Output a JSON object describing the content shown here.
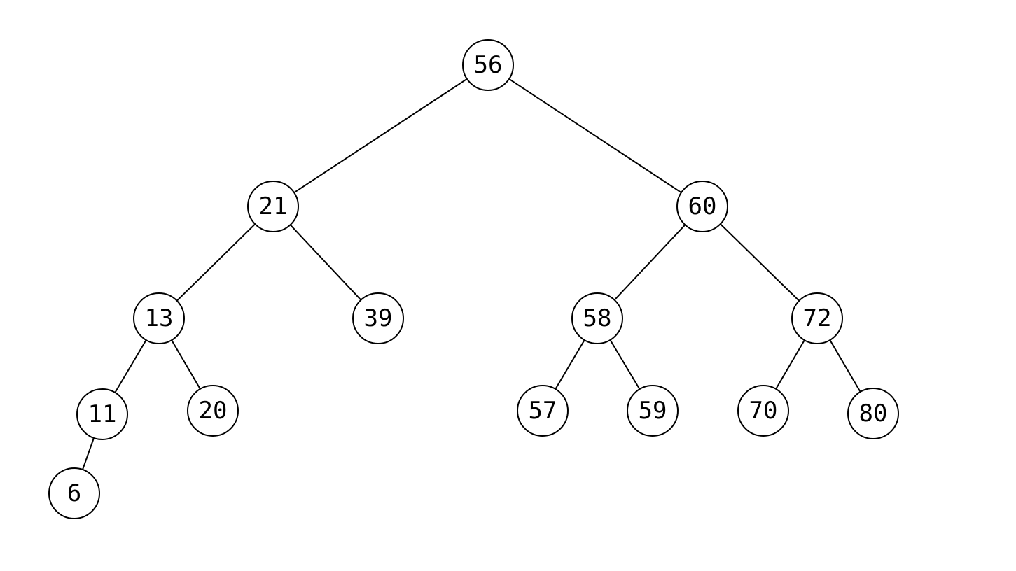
{
  "tree": {
    "root": "56",
    "nodes": [
      {
        "id": "n56",
        "label": "56"
      },
      {
        "id": "n21",
        "label": "21"
      },
      {
        "id": "n60",
        "label": "60"
      },
      {
        "id": "n13",
        "label": "13"
      },
      {
        "id": "n39",
        "label": "39"
      },
      {
        "id": "n58",
        "label": "58"
      },
      {
        "id": "n72",
        "label": "72"
      },
      {
        "id": "n11",
        "label": "11"
      },
      {
        "id": "n20",
        "label": "20"
      },
      {
        "id": "n57",
        "label": "57"
      },
      {
        "id": "n59",
        "label": "59"
      },
      {
        "id": "n70",
        "label": "70"
      },
      {
        "id": "n80",
        "label": "80"
      },
      {
        "id": "n6",
        "label": "6"
      }
    ],
    "edges": [
      {
        "from": "n56",
        "to": "n21"
      },
      {
        "from": "n56",
        "to": "n60"
      },
      {
        "from": "n21",
        "to": "n13"
      },
      {
        "from": "n21",
        "to": "n39"
      },
      {
        "from": "n60",
        "to": "n58"
      },
      {
        "from": "n60",
        "to": "n72"
      },
      {
        "from": "n13",
        "to": "n11"
      },
      {
        "from": "n13",
        "to": "n20"
      },
      {
        "from": "n58",
        "to": "n57"
      },
      {
        "from": "n58",
        "to": "n59"
      },
      {
        "from": "n72",
        "to": "n70"
      },
      {
        "from": "n72",
        "to": "n80"
      },
      {
        "from": "n11",
        "to": "n6"
      }
    ]
  }
}
